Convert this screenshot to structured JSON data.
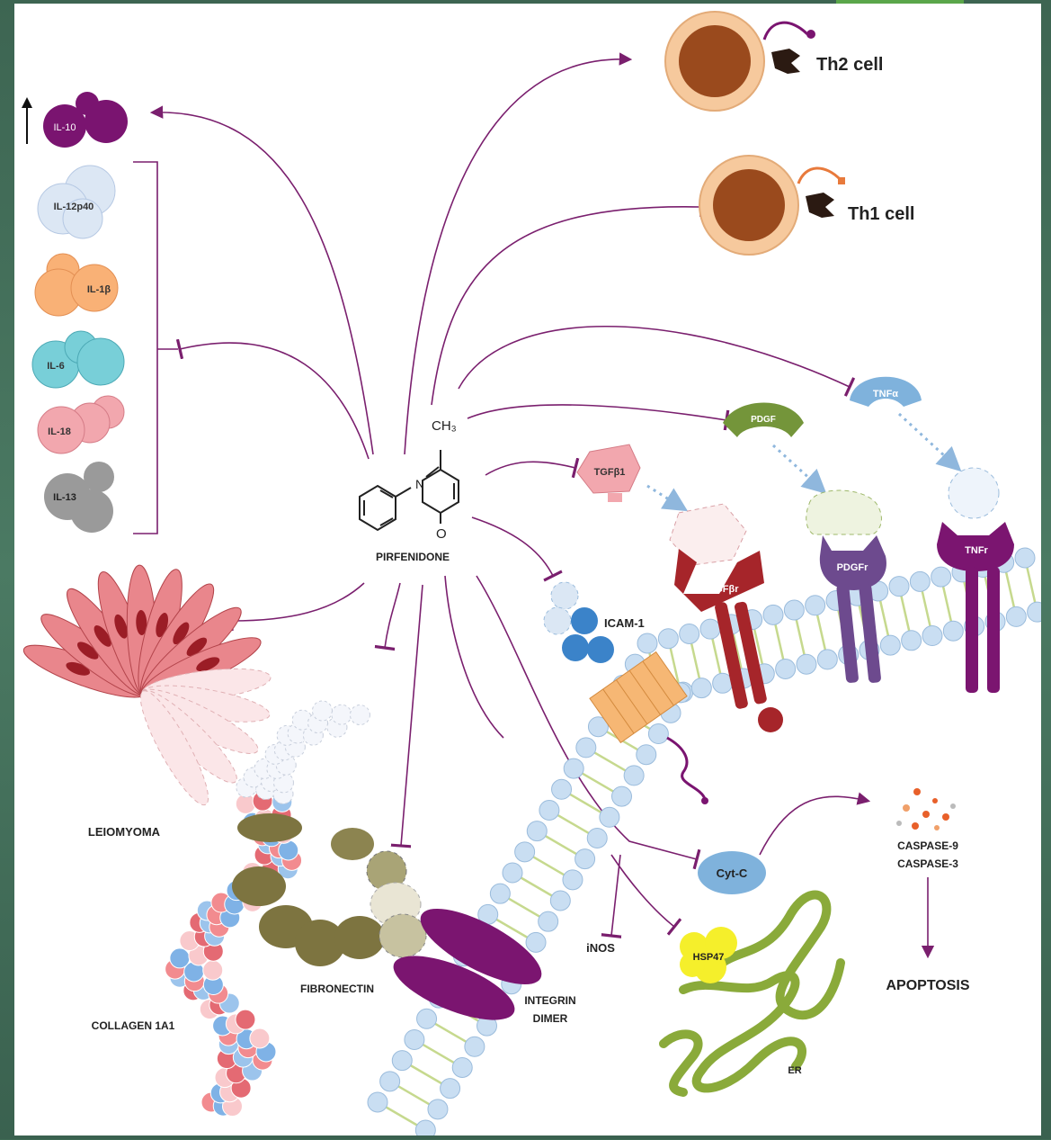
{
  "drug": {
    "name": "PIRFENIDONE",
    "methyl": "CH₃",
    "nitrogen": "N",
    "oxygen": "O"
  },
  "cells": {
    "th2": "Th2 cell",
    "th1": "Th1 cell"
  },
  "cytokines": {
    "up_arrow": "↑",
    "il10": "IL-10",
    "il12p40": "IL-12p40",
    "il1b": "IL-1β",
    "il6": "IL-6",
    "il18": "IL-18",
    "il13": "IL-13"
  },
  "growth_factors": {
    "tgfb1": "TGFβ1",
    "pdgf": "PDGF",
    "tnfa": "TNFα"
  },
  "receptors": {
    "tgfbr": "TGFβr",
    "pdgfr": "PDGFr",
    "tnfr": "TNFr"
  },
  "membrane": {
    "icam1": "ICAM-1"
  },
  "labels": {
    "leiomyoma": "LEIOMYOMA",
    "fibronectin": "FIBRONECTIN",
    "collagen": "COLLAGEN 1A1",
    "integrin_line1": "INTEGRIN",
    "integrin_line2": "DIMER",
    "inos": "iNOS",
    "hsp47": "HSP47",
    "cytc": "Cyt-C",
    "caspase9": "CASPASE-9",
    "caspase3": "CASPASE-3",
    "apoptosis": "APOPTOSIS",
    "er": "ER"
  },
  "colors": {
    "arrow": "#7a1f6e",
    "il10": "#7a1470",
    "il12p40": "#dce7f4",
    "il1b": "#f9b176",
    "il6": "#78cfd8",
    "il18": "#f2a7ae",
    "il13": "#9a9a9a",
    "cell_outer": "#f6c99d",
    "cell_nucleus": "#9a4a1d",
    "membrane_head": "#c9def2",
    "tgfbr": "#a6252a",
    "pdgfr": "#6d4a8e",
    "tnfr": "#7b1570",
    "er": "#8aaa3a",
    "hsp47": "#f5ef2b",
    "cytc": "#7fb2dc",
    "integrin": "#7b1570",
    "fibronectin": "#7d7440"
  }
}
